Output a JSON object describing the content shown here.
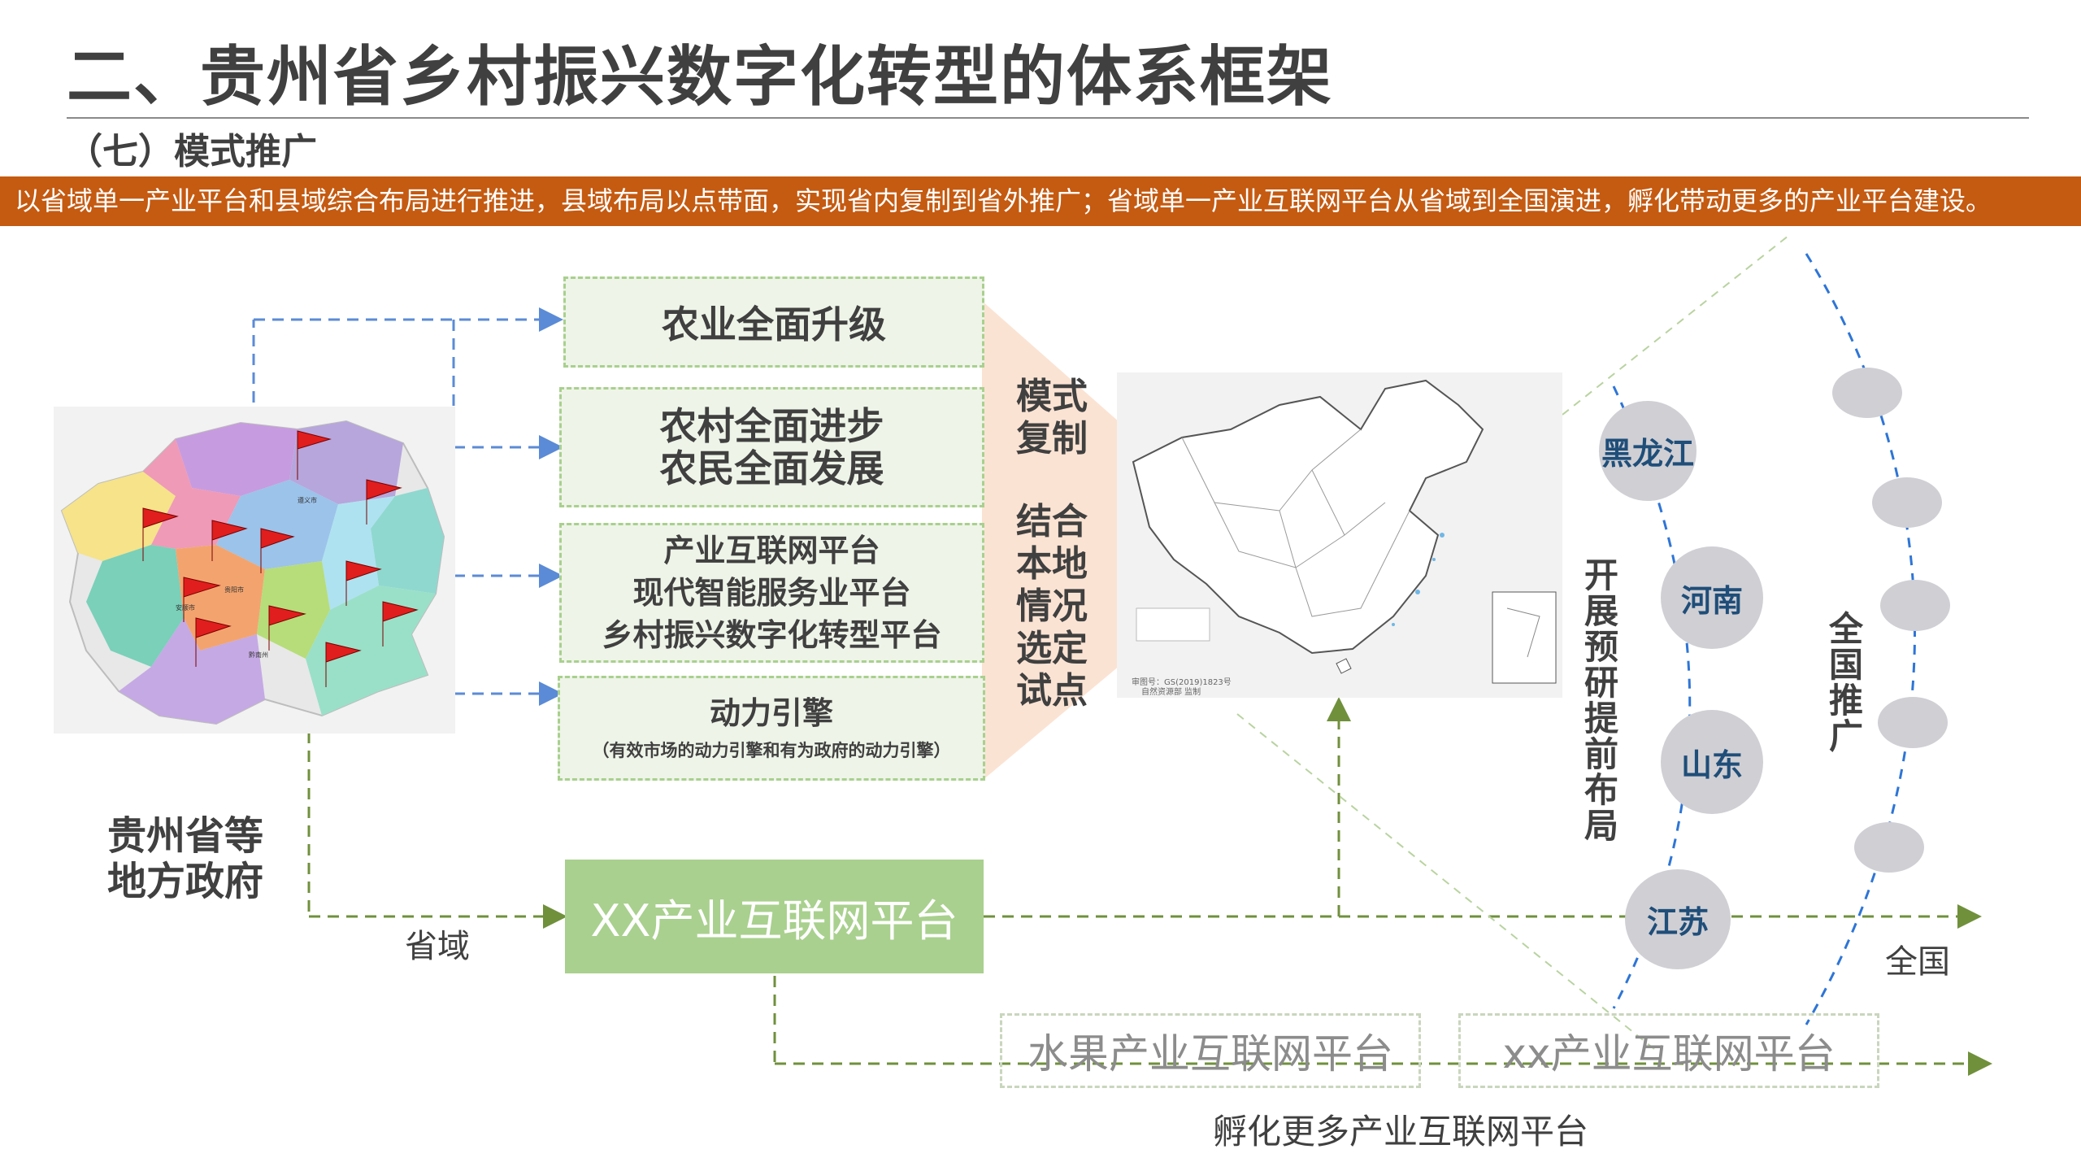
{
  "header": {
    "title": "二、贵州省乡村振兴数字化转型的体系框架",
    "subtitle": "（七）模式推广",
    "banner": "以省域单一产业平台和县域综合布局进行推进，县域布局以点带面，实现省内复制到省外推广；省域单一产业互联网平台从省域到全国演进，孵化带动更多的产业平台建设。"
  },
  "left": {
    "map_icon": "guizhou-map-with-red-flags",
    "gov_line1": "贵州省等",
    "gov_line2": "地方政府"
  },
  "goals": {
    "box1": "农业全面升级",
    "box2_line1": "农村全面进步",
    "box2_line2": "农民全面发展",
    "box3_line1": "产业互联网平台",
    "box3_line2": "现代智能服务业平台",
    "box3_line3": "乡村振兴数字化转型平台",
    "box4_title": "动力引擎",
    "box4_note": "（有效市场的动力引擎和有为政府的动力引擎）"
  },
  "mode": {
    "lines_a": [
      "模式",
      "复制"
    ],
    "lines_b": [
      "结合",
      "本地",
      "情况",
      "选定",
      "试点"
    ]
  },
  "china_map": {
    "icon": "china-map",
    "note1": "审图号：GS(2019)1823号",
    "note2": "自然资源部 监制"
  },
  "provinces": [
    "黑龙江",
    "河南",
    "山东",
    "江苏"
  ],
  "side_labels": {
    "pre_layout": "开展预研提前布局",
    "national_promo": "全国推广"
  },
  "platform": {
    "main": "XX产业互联网平台",
    "provincial": "省域",
    "national": "全国",
    "fruit": "水果产业互联网平台",
    "xx": "xx产业互联网平台",
    "incubate": "孵化更多产业互联网平台"
  },
  "colors": {
    "banner": "#c55a11",
    "green_fill": "#a9d08e",
    "box_fill": "#eef4e8",
    "arrow_blue": "#5b8bd6",
    "arrow_green": "#70903c",
    "province_text": "#1f4e79",
    "funnel": "#fbe3d3"
  }
}
